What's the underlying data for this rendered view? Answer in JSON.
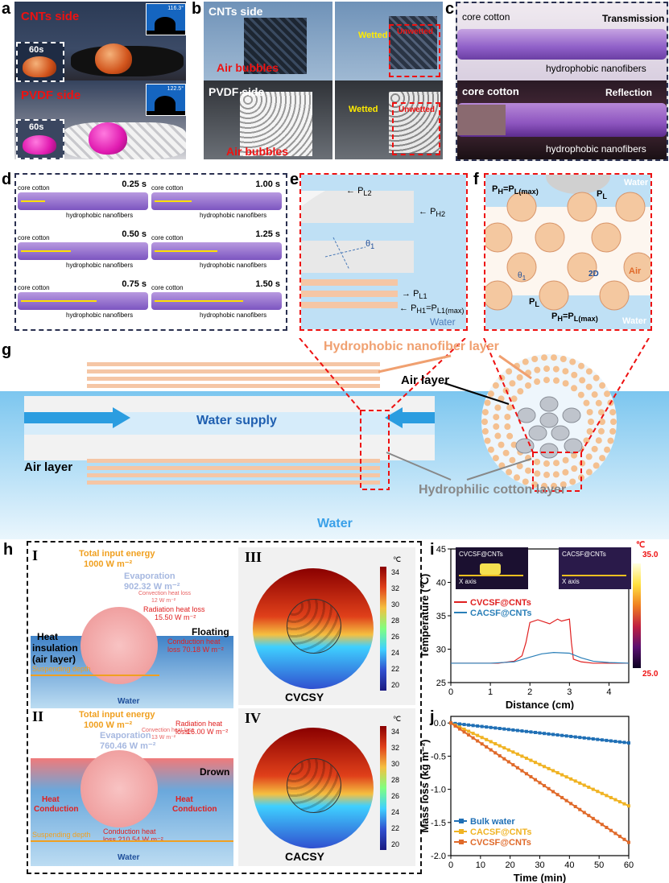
{
  "panels": {
    "a": "a",
    "b": "b",
    "c": "c",
    "d": "d",
    "e": "e",
    "f": "f",
    "g": "g",
    "h": "h",
    "i": "i",
    "j": "j"
  },
  "panel_a": {
    "cnts_side": "CNTs side",
    "pvdf_side": "PVDF side",
    "angle1": "116.3°",
    "angle2": "122.5°",
    "t1": "60s",
    "t2": "60s"
  },
  "panel_b": {
    "cnts_side": "CNTs side",
    "pvdf_side": "PVDF side",
    "air_bubbles": "Air bubbles",
    "wetted": "Wetted",
    "unwetted": "Unwetted"
  },
  "panel_c": {
    "core_cotton": "core cotton",
    "transmission": "Transmission",
    "reflection": "Reflection",
    "nanofibers": "hydrophobic nanofibers"
  },
  "panel_d": {
    "core_cotton": "core cotton",
    "nanofibers": "hydrophobic nanofibers",
    "times": [
      "0.25 s",
      "1.00 s",
      "0.50 s",
      "1.25 s",
      "0.75 s",
      "1.50 s"
    ]
  },
  "panel_e": {
    "pl2": "P",
    "pl2_sub": "L2",
    "ph2": "P",
    "ph2_sub": "H2",
    "theta": "θ",
    "theta_sub": "1",
    "pl1": "P",
    "pl1_sub": "L1",
    "ph1": "P",
    "ph1_sub": "H1",
    "ph1_eq": "=P",
    "ph1_eq_sub": "L1(max)",
    "water": "Water"
  },
  "panel_f": {
    "ph": "P",
    "ph_sub": "H",
    "eq": "=P",
    "eq_sub": "L(max)",
    "pl": "P",
    "pl_sub": "L",
    "water": "Water",
    "air": "Air",
    "theta": "θ",
    "theta_sub": "1",
    "two_d": "2D"
  },
  "panel_g": {
    "nanofiber_layer": "Hydrophobic nanofiber layer",
    "air_layer": "Air layer",
    "water_supply": "Water supply",
    "cotton_layer": "Hydrophilic cotton layer",
    "water": "Water"
  },
  "panel_h": {
    "i_label": "I",
    "ii_label": "II",
    "iii_label": "III",
    "iv_label": "IV",
    "total_input": "Total input energy",
    "input_val": "1000 W m⁻²",
    "evap": "Evaporation",
    "evap1": "902.32 W m⁻²",
    "evap2": "760.46 W m⁻²",
    "conv": "Convection heat loss",
    "conv1": "12 W m⁻²",
    "conv2": "13 W m⁻²",
    "rad": "Radiation heat loss",
    "rad1": "15.50 W m⁻²",
    "rad2": "16.00 W m⁻²",
    "cond": "Conduction heat",
    "cond_loss": "loss",
    "cond1": "70.18 W m⁻²",
    "cond2": "210.54 W m⁻²",
    "floating": "Floating",
    "drown": "Drown",
    "heat_ins": "Heat",
    "insulation": "insulation",
    "air_layer": "(air layer)",
    "susp": "Suspending depth",
    "water": "Water",
    "heat": "Heat",
    "conduction": "Conduction",
    "cvcsy": "CVCSY",
    "cacsy": "CACSY",
    "unit": "℃",
    "colorbar_ticks": [
      "34",
      "32",
      "30",
      "28",
      "26",
      "24",
      "22",
      "20"
    ]
  },
  "panel_i": {
    "ylabel": "Temperature (℃)",
    "xlabel": "Distance (cm)",
    "inset1": "CVCSF@CNTs",
    "inset2": "CACSF@CNTs",
    "xaxis": "X axis",
    "cb_unit": "℃",
    "cb_max": "35.0",
    "cb_min": "25.0",
    "legend": [
      "CVCSF@CNTs",
      "CACSF@CNTs"
    ],
    "xticks": [
      "0",
      "1",
      "2",
      "3",
      "4"
    ],
    "yticks": [
      "25",
      "30",
      "35",
      "40",
      "45"
    ]
  },
  "panel_j": {
    "ylabel": "Mass loss (kg m⁻²)",
    "xlabel": "Time (min)",
    "legend": [
      "Bulk water",
      "CACSF@CNTs",
      "CVCSF@CNTs"
    ],
    "xticks": [
      "0",
      "10",
      "20",
      "30",
      "40",
      "50",
      "60"
    ],
    "yticks": [
      "0.0",
      "-0.5",
      "-1.0",
      "-1.5",
      "-2.0"
    ]
  },
  "chart_data": [
    {
      "type": "line",
      "title": "",
      "xlabel": "Distance (cm)",
      "ylabel": "Temperature (℃)",
      "xlim": [
        0,
        4.5
      ],
      "ylim": [
        25,
        45
      ],
      "series": [
        {
          "name": "CVCSF@CNTs",
          "color": "#e02020",
          "x": [
            0,
            1.2,
            1.6,
            1.8,
            1.9,
            2.0,
            2.2,
            2.5,
            2.7,
            2.8,
            3.0,
            3.05,
            3.1,
            3.3,
            3.6,
            4.0,
            4.5
          ],
          "y": [
            27.9,
            27.9,
            28.2,
            29,
            31,
            34,
            34.4,
            33.8,
            34.5,
            34.2,
            34.5,
            31,
            28.5,
            28.1,
            27.9,
            27.9,
            27.9
          ]
        },
        {
          "name": "CACSF@CNTs",
          "color": "#2a7fb8",
          "x": [
            0,
            1.0,
            1.6,
            2.0,
            2.3,
            2.6,
            3.0,
            3.3,
            3.6,
            4.0,
            4.5
          ],
          "y": [
            27.9,
            27.9,
            28.1,
            28.8,
            29.3,
            29.5,
            29.4,
            28.7,
            28.2,
            28.0,
            27.9
          ]
        }
      ]
    },
    {
      "type": "line",
      "title": "",
      "xlabel": "Time (min)",
      "ylabel": "Mass loss (kg m⁻²)",
      "xlim": [
        0,
        60
      ],
      "ylim": [
        -2.0,
        0.1
      ],
      "series": [
        {
          "name": "Bulk water",
          "color": "#1f6fb5",
          "x": [
            0,
            60
          ],
          "y": [
            0,
            -0.3
          ]
        },
        {
          "name": "CACSF@CNTs",
          "color": "#f0b323",
          "x": [
            0,
            60
          ],
          "y": [
            0,
            -1.25
          ]
        },
        {
          "name": "CVCSF@CNTs",
          "color": "#e06a2a",
          "x": [
            0,
            60
          ],
          "y": [
            0,
            -1.8
          ]
        }
      ]
    }
  ]
}
